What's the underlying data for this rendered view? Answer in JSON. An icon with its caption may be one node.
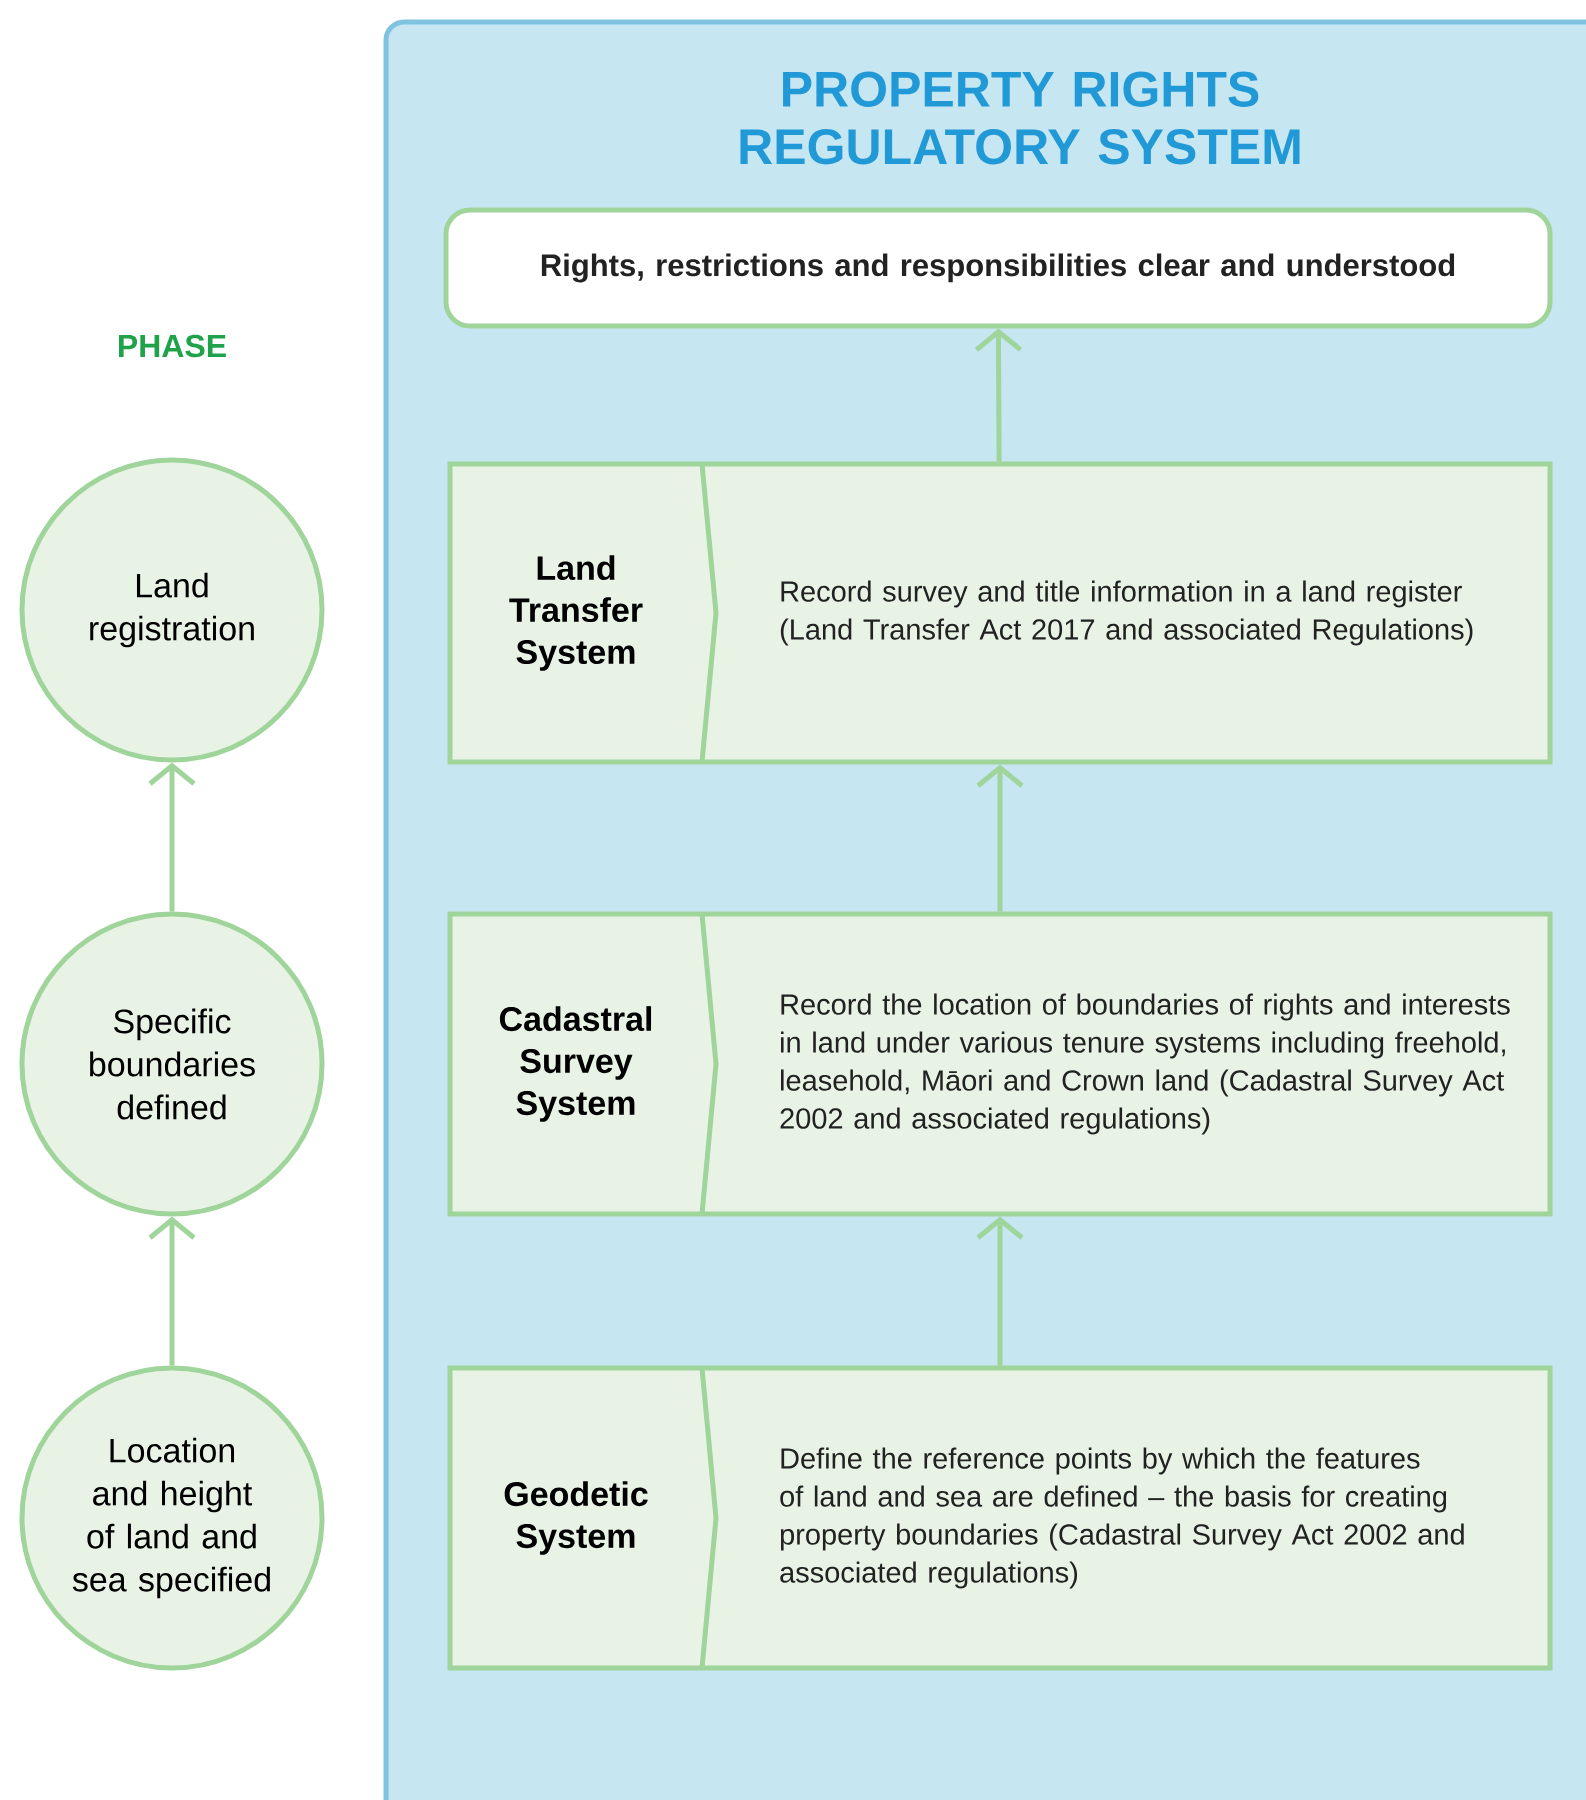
{
  "diagram": {
    "nodes": [
      {
        "text": [
          "PROPERTY RIGHTS REGULATORY SYSTEM"
        ]
      },
      {
        "text": [
          "Rights, restrictions and responsibilities clear and understood"
        ],
        "in": 0
      },
      {
        "text": [
          "Land Transfer System",
          "Record survey and title information in a land register (Land Transfer Act 2017 and associated Regulations)"
        ],
        "in": 0
      },
      {
        "text": [
          "Cadastral Survey System",
          "Record the location of boundaries of rights and interests in land under various tenure systems including freehold, leasehold, Māori and Crown land (Cadastral Survey Act 2002 and associated regulations)"
        ],
        "in": 0
      },
      {
        "text": [
          "Geodetic System",
          "Define the reference points by which the features of land and sea are defined – the basis for creating property boundaries (Cadastral Survey Act 2002 and associated regulations)"
        ],
        "in": 0
      },
      {
        "text": [
          "Land registration"
        ]
      },
      {
        "text": [
          "Specific boundaries defined"
        ]
      },
      {
        "text": [
          "Location and height of land and sea specified"
        ]
      }
    ],
    "edges": [
      {
        "from": 4,
        "to": 3,
        "arrow": "to"
      },
      {
        "from": 3,
        "to": 2,
        "arrow": "to"
      },
      {
        "from": 2,
        "to": 1,
        "arrow": "to"
      },
      {
        "from": 7,
        "to": 6,
        "arrow": "to"
      },
      {
        "from": 6,
        "to": 5,
        "arrow": "to"
      }
    ],
    "labels": [
      "PHASE"
    ]
  }
}
